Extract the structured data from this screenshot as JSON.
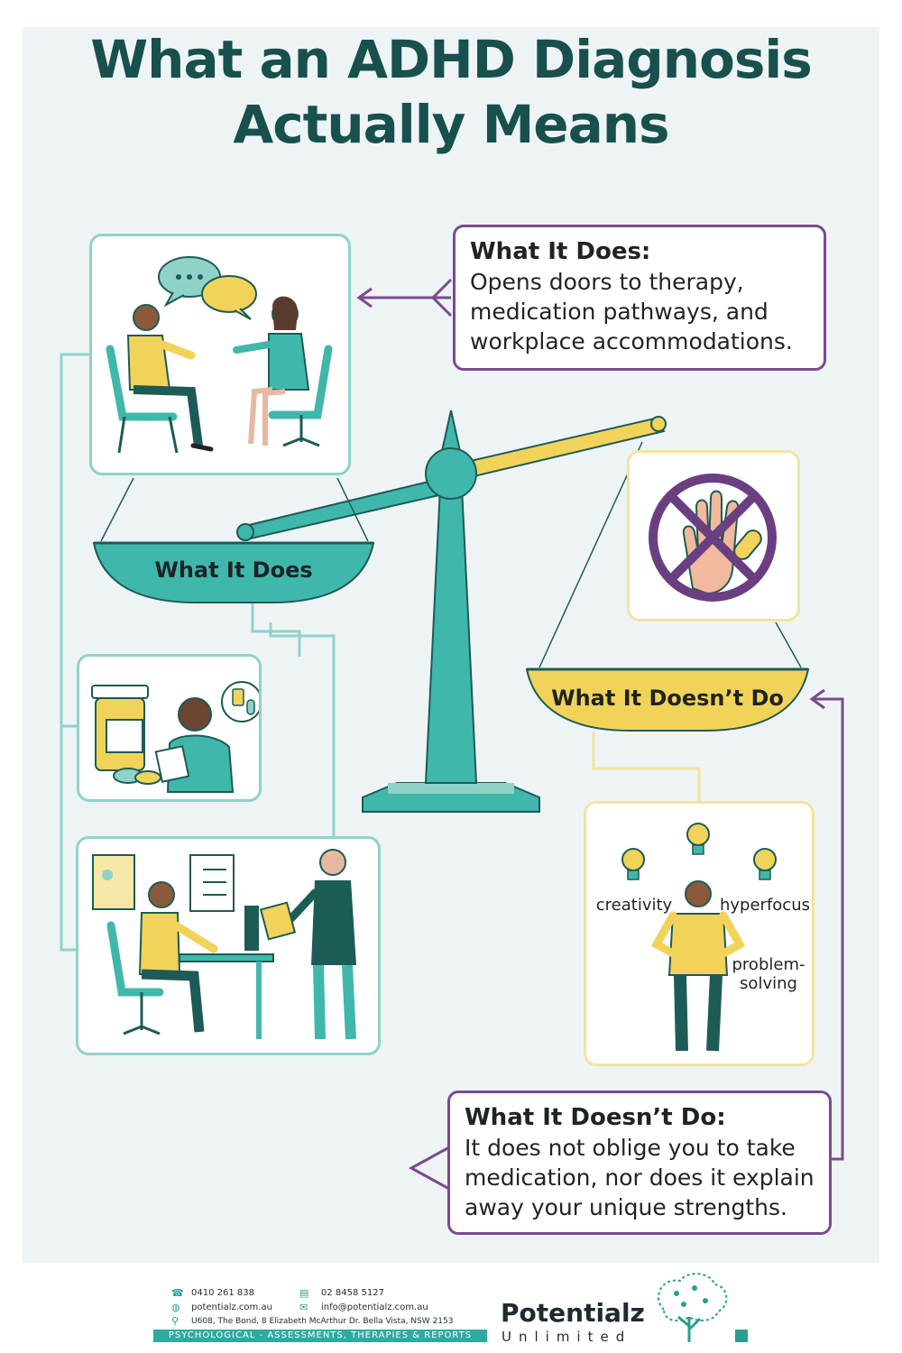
{
  "title": "What an ADHD Diagnosis Actually Means",
  "callout_does": {
    "heading": "What It Does:",
    "body": "Opens doors to therapy, medication pathways, and workplace accommodations."
  },
  "callout_doesnt": {
    "heading": "What It Doesn’t Do:",
    "body": "It does not oblige you to take medication, nor does it explain away your unique strengths."
  },
  "scale": {
    "left_pan_label": "What It Does",
    "right_pan_label": "What It Doesn’t Do"
  },
  "strengths": [
    "creativity",
    "hyperfocus",
    "problem-\nsolving"
  ],
  "footer": {
    "phone": "0410 261 838",
    "fax": "02 8458 5127",
    "website": "potentialz.com.au",
    "email": "info@potentialz.com.au",
    "address": "U608, The Bond, 8 Elizabeth McArthur Dr. Bella Vista, NSW 2153",
    "tagline": "PSYCHOLOGICAL - ASSESSMENTS, THERAPIES & REPORTS",
    "brand": "Potentialz",
    "brand_sub": "Unlimited"
  },
  "colors": {
    "teal": "#3fb8ab",
    "yellow": "#f2d35a",
    "purple": "#7a4a8f",
    "title": "#17504c"
  }
}
